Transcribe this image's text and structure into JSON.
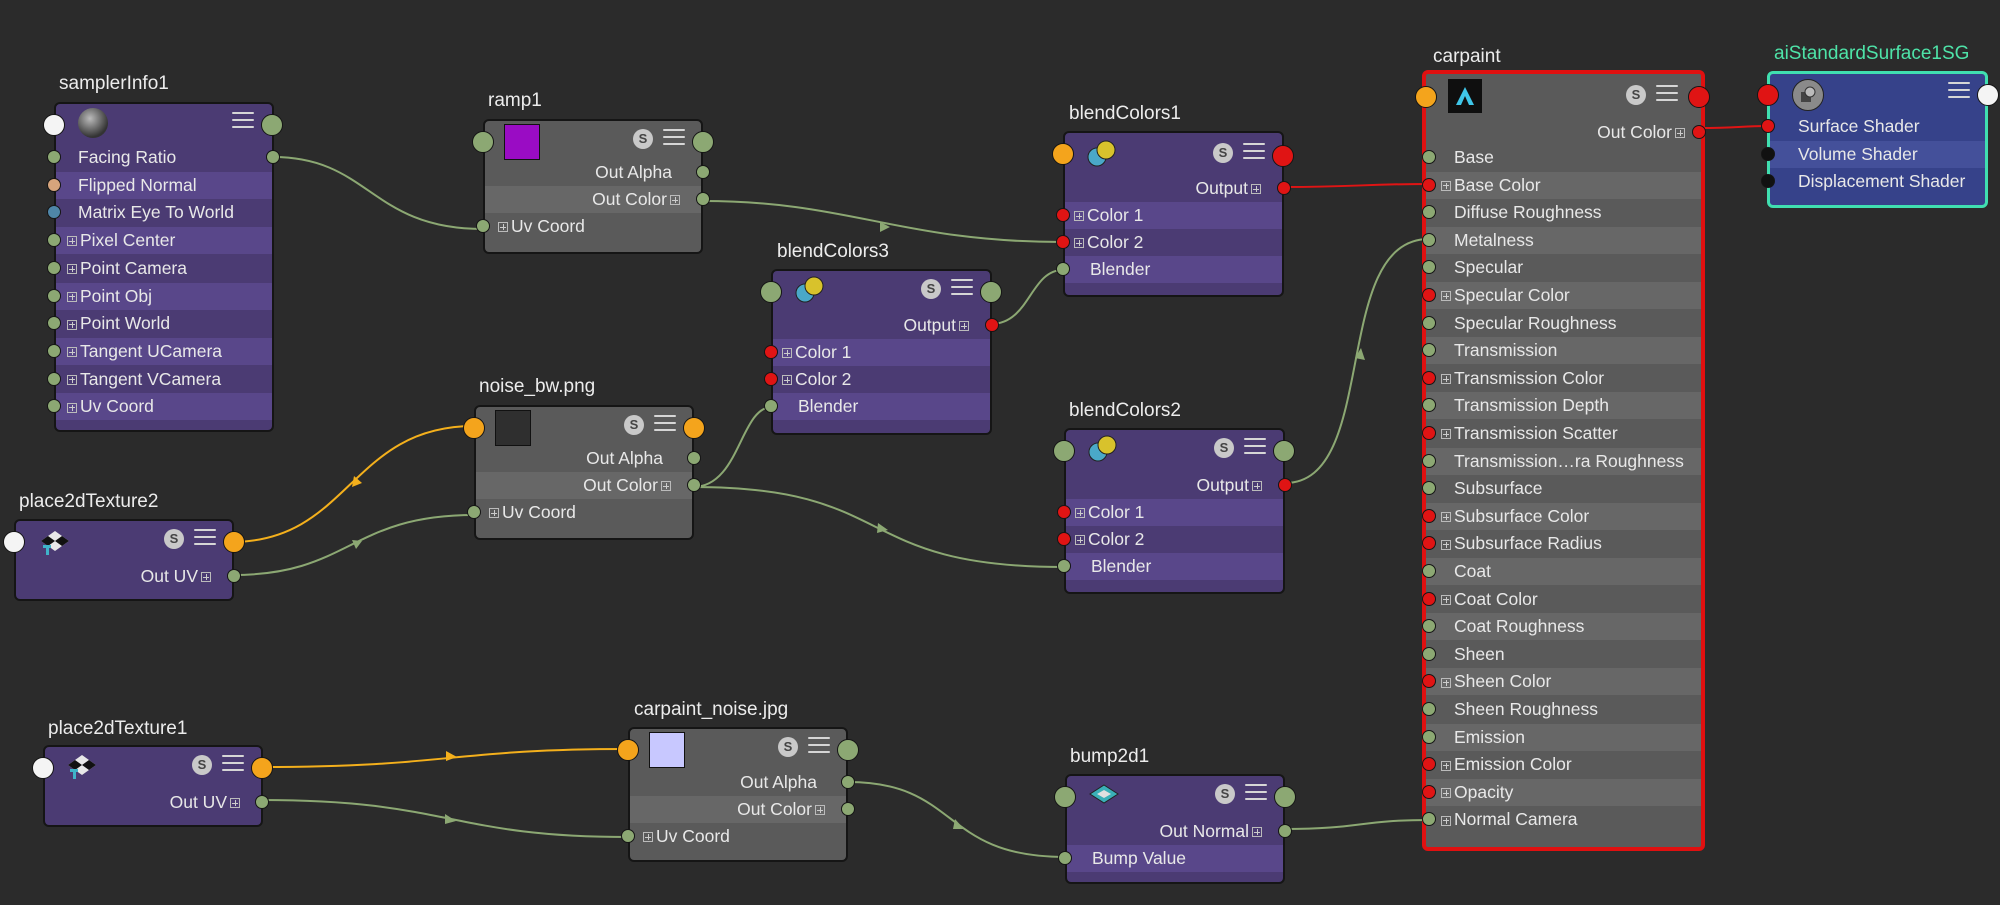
{
  "nodes": {
    "samplerInfo1": {
      "title": "samplerInfo1",
      "ports": [
        "Facing Ratio",
        "Flipped Normal",
        "Matrix Eye To World",
        "Pixel Center",
        "Point Camera",
        "Point Obj",
        "Point World",
        "Tangent UCamera",
        "Tangent VCamera",
        "Uv Coord"
      ]
    },
    "ramp1": {
      "title": "ramp1",
      "out_alpha": "Out Alpha",
      "out_color": "Out Color",
      "uv_coord": "Uv Coord",
      "swatch_color": "#9a0cc4"
    },
    "noise": {
      "title": "noise_bw.png",
      "out_alpha": "Out Alpha",
      "out_color": "Out Color",
      "uv_coord": "Uv Coord"
    },
    "place2dTexture2": {
      "title": "place2dTexture2",
      "out_uv": "Out UV"
    },
    "place2dTexture1": {
      "title": "place2dTexture1",
      "out_uv": "Out UV"
    },
    "carpaintNoise": {
      "title": "carpaint_noise.jpg",
      "out_alpha": "Out Alpha",
      "out_color": "Out Color",
      "uv_coord": "Uv Coord",
      "swatch_color": "#c8c8ff"
    },
    "blendColors1": {
      "title": "blendColors1",
      "output": "Output",
      "color1": "Color 1",
      "color2": "Color 2",
      "blender": "Blender"
    },
    "blendColors3": {
      "title": "blendColors3",
      "output": "Output",
      "color1": "Color 1",
      "color2": "Color 2",
      "blender": "Blender"
    },
    "blendColors2": {
      "title": "blendColors2",
      "output": "Output",
      "color1": "Color 1",
      "color2": "Color 2",
      "blender": "Blender"
    },
    "bump2d1": {
      "title": "bump2d1",
      "out_normal": "Out Normal",
      "bump_value": "Bump Value"
    },
    "carpaint": {
      "title": "carpaint",
      "out_color": "Out Color",
      "ports": [
        "Base",
        "Base Color",
        "Diffuse Roughness",
        "Metalness",
        "Specular",
        "Specular Color",
        "Specular Roughness",
        "Transmission",
        "Transmission Color",
        "Transmission Depth",
        "Transmission Scatter",
        "Transmission…ra Roughness",
        "Subsurface",
        "Subsurface Color",
        "Subsurface Radius",
        "Coat",
        "Coat Color",
        "Coat Roughness",
        "Sheen",
        "Sheen Color",
        "Sheen Roughness",
        "Emission",
        "Emission Color",
        "Opacity",
        "Normal Camera"
      ]
    },
    "sg": {
      "title": "aiStandardSurface1SG",
      "ports": [
        "Surface Shader",
        "Volume Shader",
        "Displacement Shader"
      ]
    }
  },
  "colors": {
    "background": "#2b2b2b",
    "wire_green": "#8ca873",
    "wire_orange": "#f4b01c",
    "wire_red": "#e01414",
    "selection": "#e01010",
    "sg_accent": "#40dfb0"
  },
  "icons": [
    "sampler-sphere-icon",
    "blend-colors-icon",
    "place2d-texture-icon",
    "bump-icon",
    "arnold-icon",
    "shading-group-icon",
    "swatch-toggle-icon",
    "menu-icon"
  ]
}
